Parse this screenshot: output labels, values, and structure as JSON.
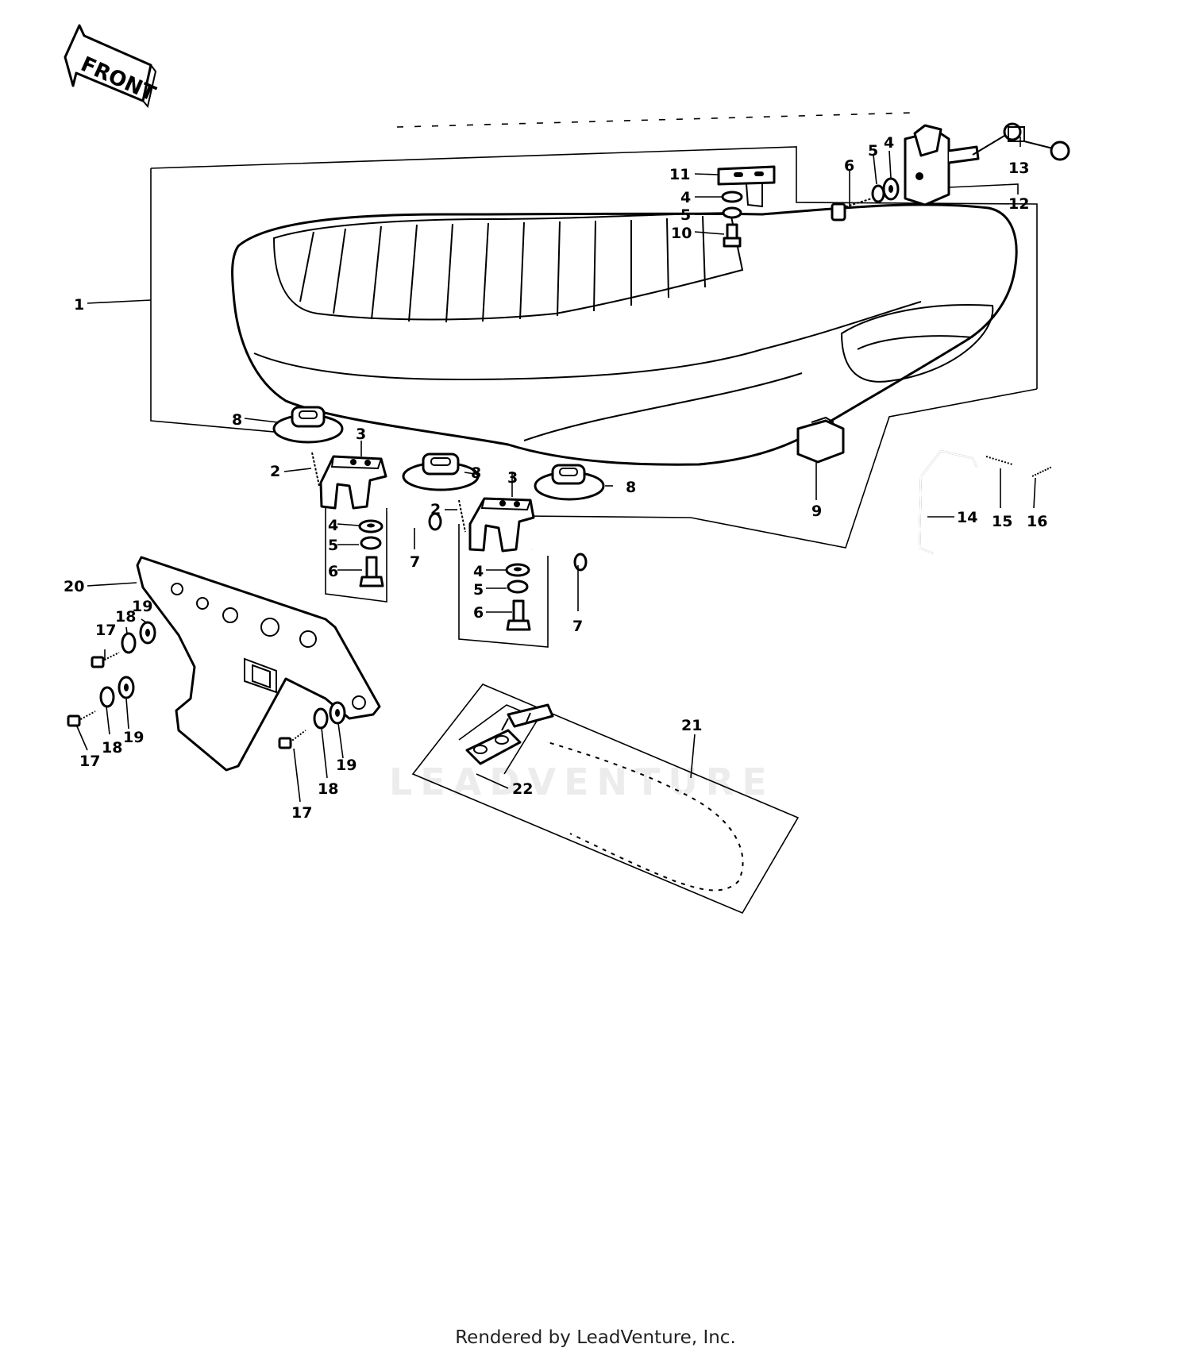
{
  "diagram": {
    "front_arrow_label": "FRONT",
    "watermark_text": "LEADVENTURE",
    "footer_text": "Rendered by LeadVenture, Inc.",
    "callouts": {
      "seat": "1",
      "spring_left": "2",
      "hinge_left": "3",
      "washer_left": "4",
      "lockwasher_left": "5",
      "bolt_left": "6",
      "pin_left": "7",
      "damper_left": "8",
      "spring_right": "2",
      "hinge_right": "3",
      "washer_right": "4",
      "lockwasher_right": "5",
      "bolt_right": "6",
      "pin_right": "7",
      "damper_center": "8",
      "damper_right": "8",
      "stopper": "9",
      "latch_bolt": "10",
      "latch_plate": "11",
      "latch_washer": "4",
      "latch_lockwasher": "5",
      "lock_washer_top": "4",
      "lock_lockwasher_top": "5",
      "lock_bolt_top": "6",
      "seat_lock": "12",
      "key": "13",
      "rod": "14",
      "rod_spring": "15",
      "cotter_pin": "16",
      "bracket": "20",
      "bolt_a": "17",
      "washer_a": "18",
      "washer_b": "19",
      "bolt_b": "17",
      "washer_c": "18",
      "washer_d": "19",
      "bolt_c": "17",
      "washer_e": "18",
      "washer_f": "19",
      "chain": "21",
      "joint": "22"
    }
  }
}
